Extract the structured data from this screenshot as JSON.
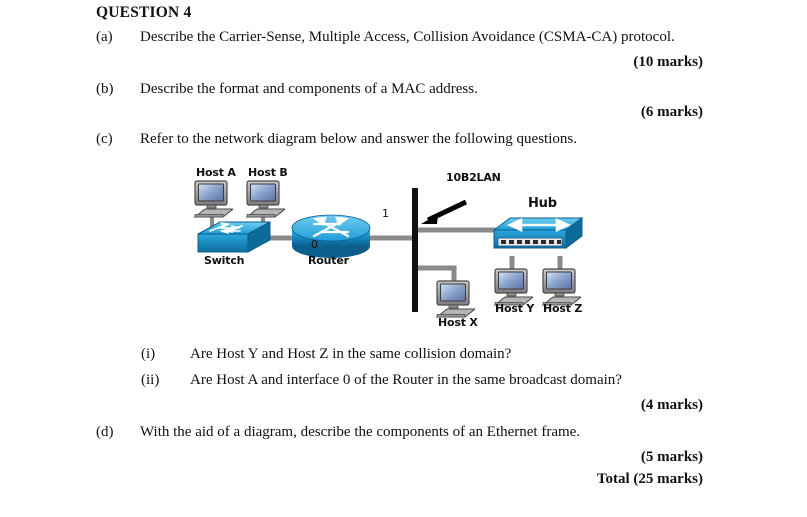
{
  "document": {
    "title": "QUESTION 4",
    "questions": [
      {
        "label": "(a)",
        "text": "Describe the Carrier-Sense, Multiple Access, Collision Avoidance (CSMA-CA) protocol.",
        "marks": "(10 marks)"
      },
      {
        "label": "(b)",
        "text": "Describe the format and components of a MAC address.",
        "marks": "(6 marks)"
      },
      {
        "label": "(c)",
        "text": "Refer to the network diagram below and answer the following questions.",
        "marks": "(4 marks)"
      },
      {
        "label": "(d)",
        "text": "With the aid of a diagram, describe the components of an Ethernet frame.",
        "marks": "(5 marks)"
      }
    ],
    "subquestions": [
      {
        "label": "(i)",
        "text": "Are Host Y and Host Z in the same collision domain?"
      },
      {
        "label": "(ii)",
        "text": "Are Host A and interface 0 of the Router in the same broadcast domain?"
      }
    ],
    "total": "Total (25 marks)"
  },
  "diagram": {
    "labels": {
      "host_a": "Host A",
      "host_b": "Host B",
      "switch": "Switch",
      "router": "Router",
      "interface_0": "0",
      "interface_1": "1",
      "lan": "10B2LAN",
      "hub": "Hub",
      "host_x": "Host X",
      "host_y": "Host Y",
      "host_z": "Host Z"
    },
    "colors": {
      "device_blue": "#1b9ad6",
      "device_blue_dark": "#1573a8",
      "device_blue_light": "#52c2ee",
      "cable_gray": "#8a8a8a",
      "backbone_black": "#111111",
      "monitor_gray": "#9a9a9a",
      "screen_blue": "#7f9fd0"
    }
  }
}
